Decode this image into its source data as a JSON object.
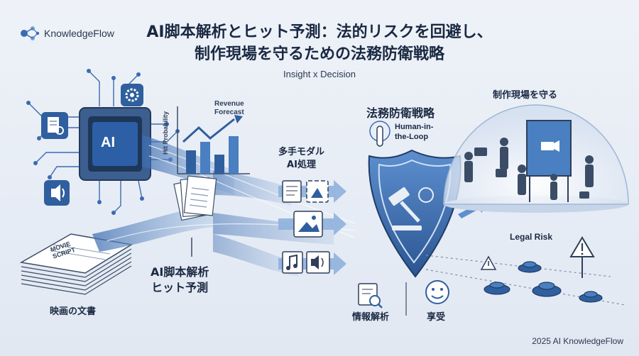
{
  "brand": {
    "name": "KnowledgeFlow"
  },
  "header": {
    "title_line1": "AI脚本解析とヒット予測：法的リスクを回避し、",
    "title_line2": "制作現場を守るための法務防衛戦略",
    "subtitle": "Insight x Decision"
  },
  "left": {
    "chip_label": "AI",
    "script_label_line1": "MOVIE",
    "script_label_line2": "SCRIPT",
    "documents_label": "映画の文書",
    "analysis_label_line1": "AI脚本解析",
    "analysis_label_line2": "ヒット予測"
  },
  "chart": {
    "ylabel": "Hit Probability",
    "annotation_line1": "Revenue",
    "annotation_line2": "Forecast"
  },
  "middle": {
    "multimodal_line1": "多手モダル",
    "multimodal_line2": "AI処理"
  },
  "defense": {
    "title": "法務防衛戦略",
    "hitl_line1": "Human-in-",
    "hitl_line2": "the-Loop",
    "info_label": "情報解析",
    "enjoy_label": "享受"
  },
  "right": {
    "protect_label": "制作現場を守る",
    "risk_label": "Legal Risk"
  },
  "footer": {
    "text": "2025 AI KnowledgeFlow"
  },
  "colors": {
    "primary": "#2f5f9e",
    "dark": "#1a2942",
    "light": "#dde6f3",
    "accent": "#4a7fc1"
  }
}
